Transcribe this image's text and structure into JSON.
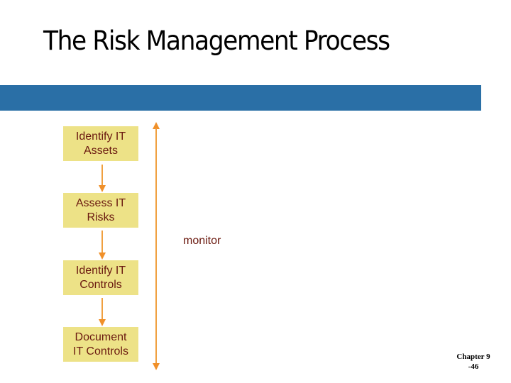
{
  "slide": {
    "title": "The Risk Management Process",
    "accent_color": "#2a6fa6",
    "steps": [
      {
        "label": "Identify IT\nAssets"
      },
      {
        "label": "Assess IT\nRisks"
      },
      {
        "label": "Identify IT\nControls"
      },
      {
        "label": "Document\nIT Controls"
      }
    ],
    "monitor_label": "monitor",
    "footer": {
      "line1": "Chapter 9",
      "line2": "-46"
    }
  }
}
